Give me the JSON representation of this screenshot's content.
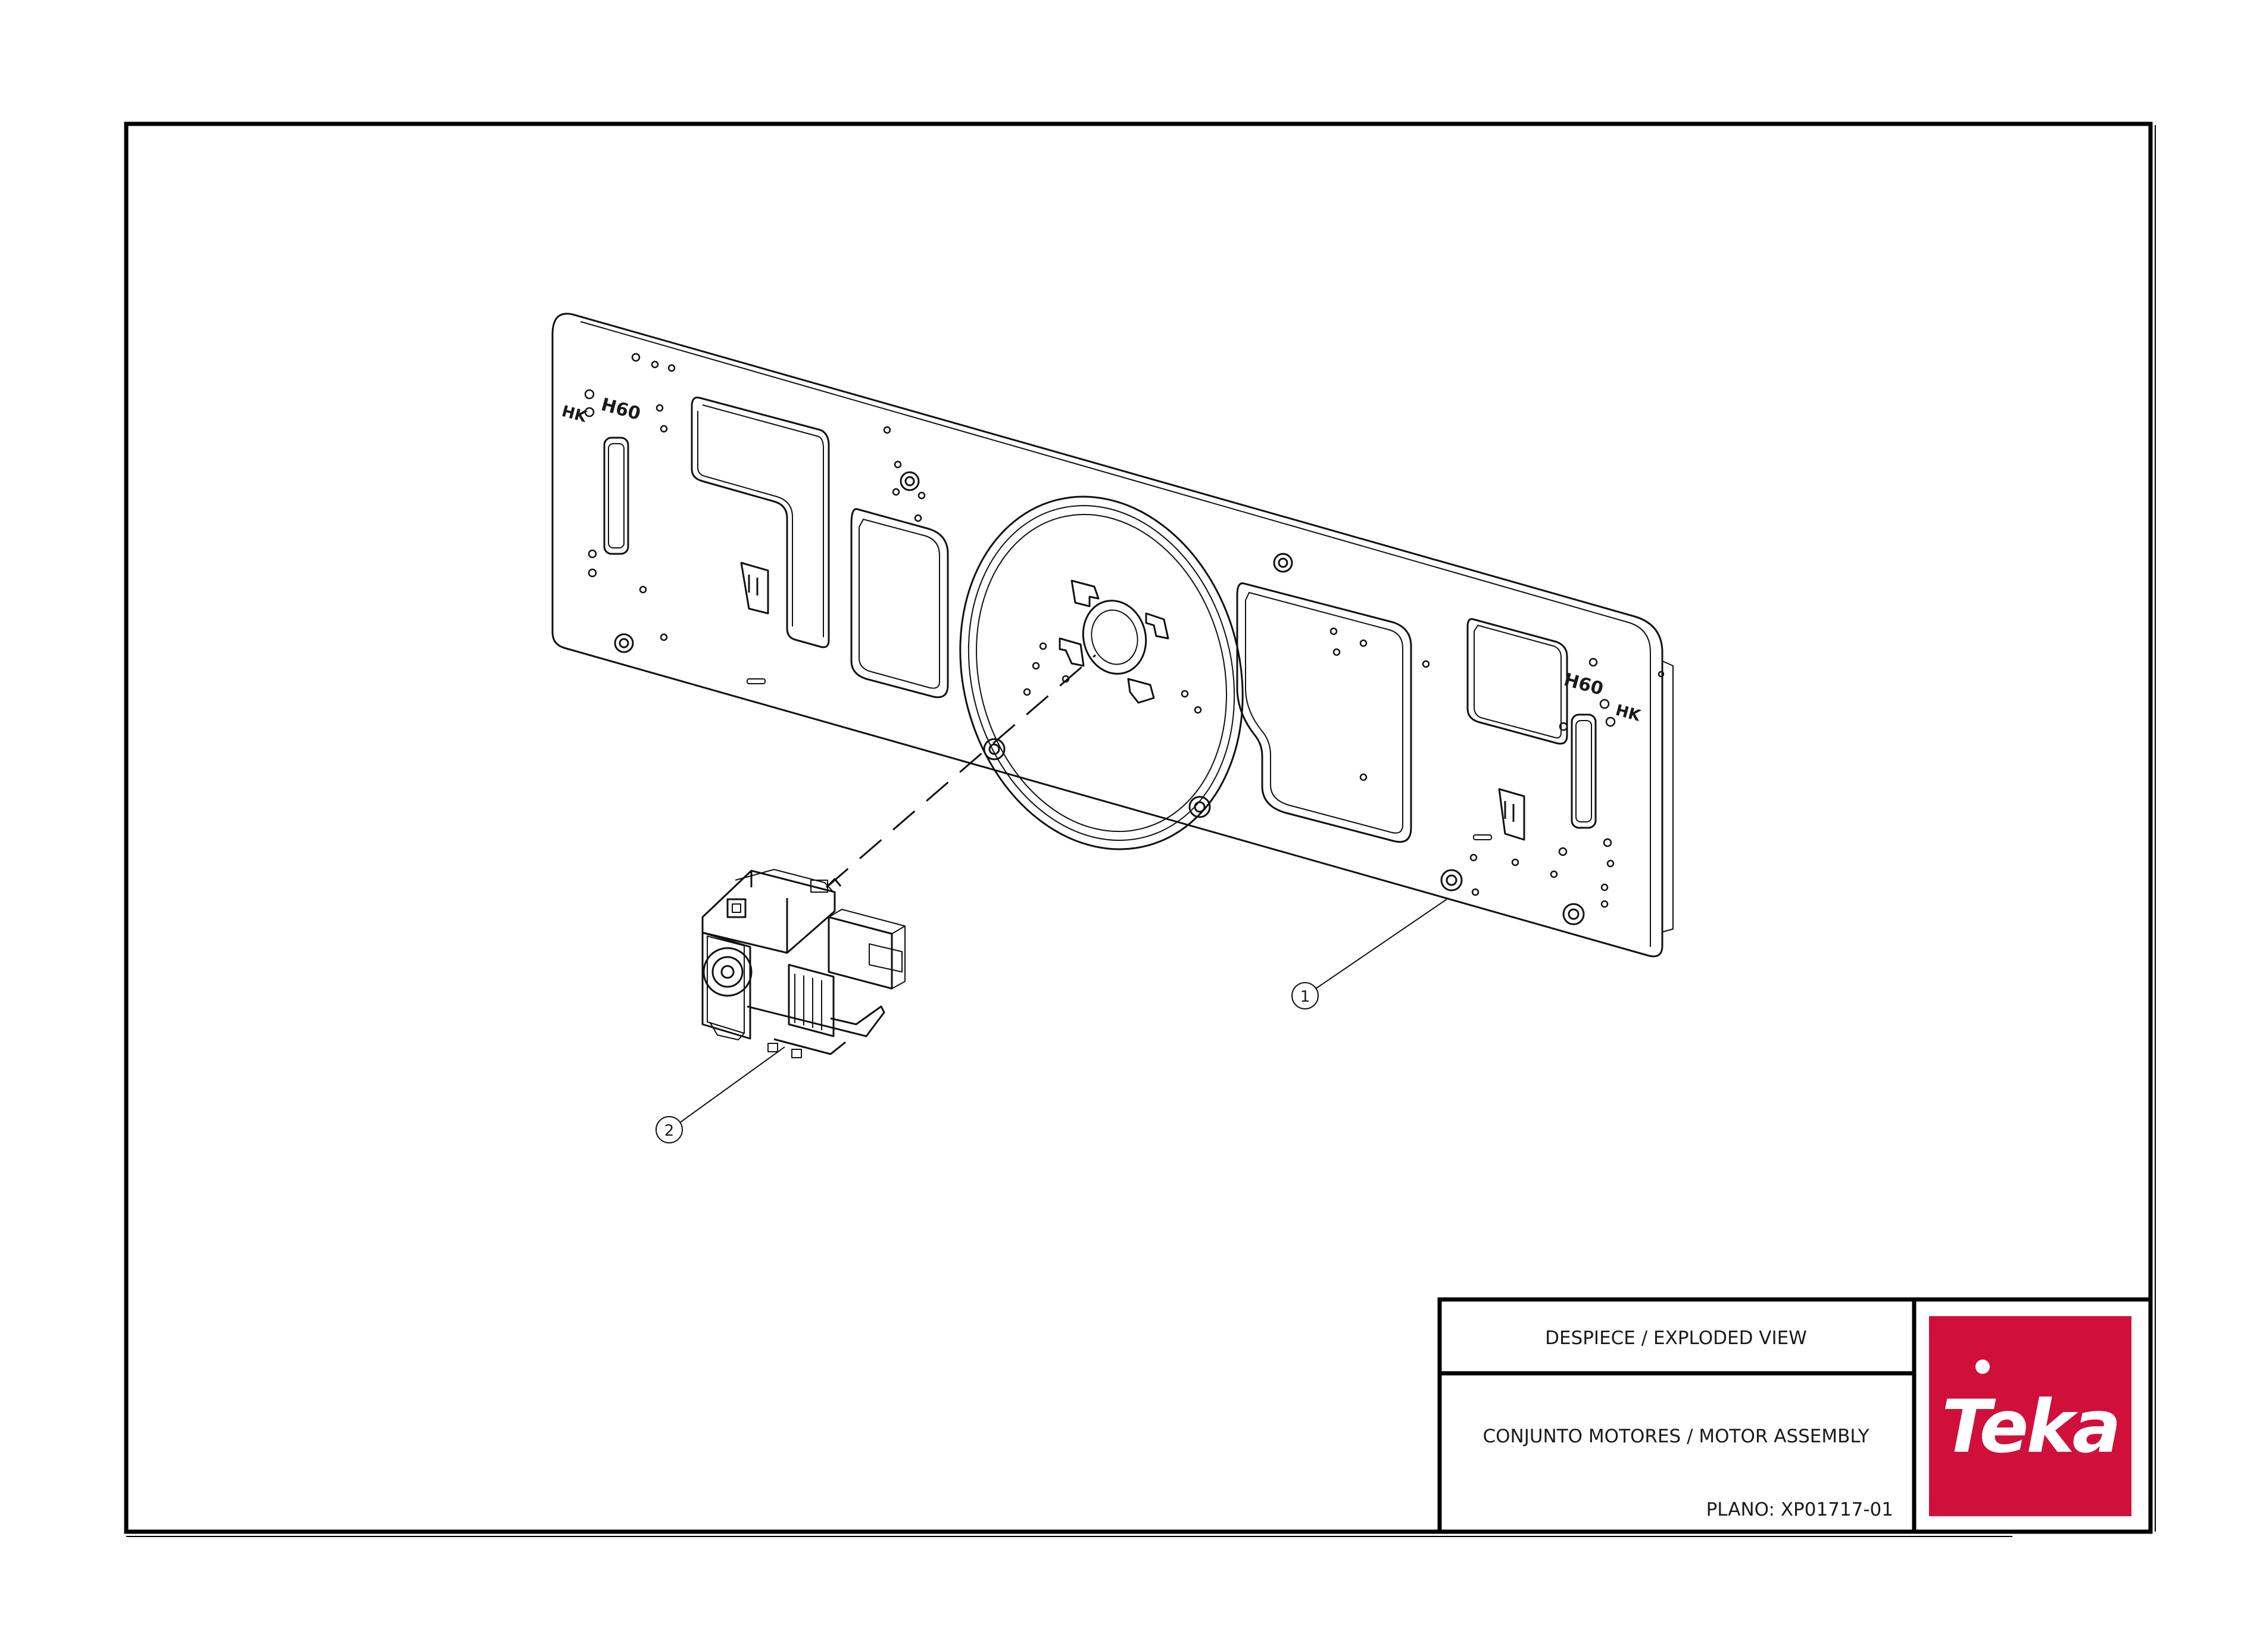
{
  "title_block": {
    "title_line1": "DESPIECE / EXPLODED VIEW",
    "title_line2": "CONJUNTO MOTORES / MOTOR ASSEMBLY",
    "plan_number": "PLANO: XP01717-01"
  },
  "logo": {
    "brand": "Teka",
    "background_color": "#d0103a",
    "text_color": "#ffffff"
  },
  "parts": [
    {
      "callout": "1",
      "component": "mounting-plate"
    },
    {
      "callout": "2",
      "component": "motor"
    }
  ],
  "plate_markings": {
    "left_small": "HK",
    "left_large": "H60",
    "right_large": "H60",
    "right_small": "HK"
  }
}
